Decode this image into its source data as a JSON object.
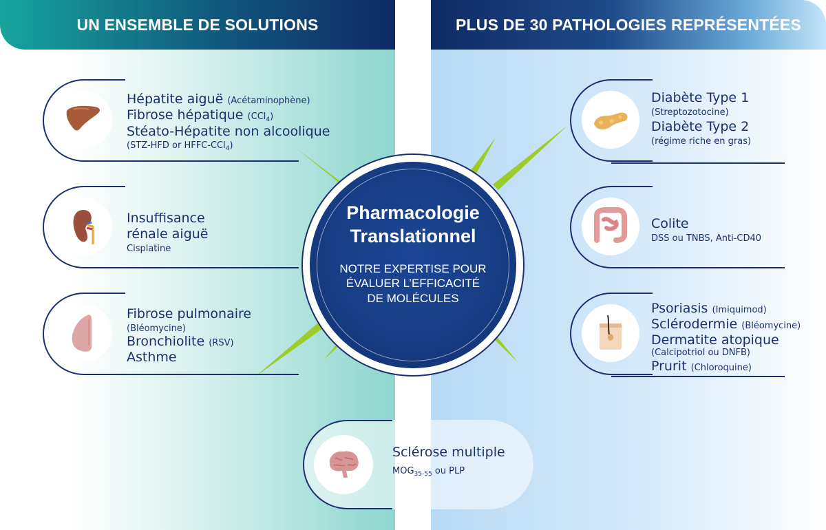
{
  "headers": {
    "left": "UN ENSEMBLE DE SOLUTIONS",
    "right": "PLUS DE 30 PATHOLOGIES REPRÉSENTÉES"
  },
  "center": {
    "title_line1": "Pharmacologie",
    "title_line2": "Translationnel",
    "sub_line1": "NOTRE EXPERTISE POUR",
    "sub_line2": "ÉVALUER L’EFFICACITÉ",
    "sub_line3": "DE MOLÉCULES"
  },
  "liver": {
    "icon": "liver-icon",
    "l1": "Hépatite aiguë",
    "l1_small": "(Acétaminophène)",
    "l2": "Fibrose hépatique",
    "l2_small_a": "(CCl",
    "l2_sub": "4",
    "l2_small_b": ")",
    "l3": "Stéato-Hépatite non alcoolique",
    "l4_a": "(STZ-HFD or HFFC-CCl",
    "l4_sub": "4",
    "l4_b": ")"
  },
  "kidney": {
    "icon": "kidney-icon",
    "l1": "Insuffisance",
    "l2": "rénale aiguë",
    "l3": "Cisplatine"
  },
  "lung": {
    "icon": "lung-icon",
    "l1": "Fibrose pulmonaire",
    "l2": "(Bléomycine)",
    "l3": "Bronchiolite",
    "l3_small": "(RSV)",
    "l4": "Asthme"
  },
  "pancreas": {
    "icon": "pancreas-icon",
    "l1": "Diabète Type 1",
    "l2": "(Streptozotocine)",
    "l3": "Diabète Type 2",
    "l4": "(régime riche en gras)"
  },
  "colon": {
    "icon": "colon-icon",
    "l1": "Colite",
    "l2": "DSS ou TNBS, Anti-CD40"
  },
  "skin": {
    "icon": "skin-icon",
    "l1": "Psoriasis",
    "l1_small": "(Imiquimod)",
    "l2": "Sclérodermie",
    "l2_small": "(Bléomycine)",
    "l3": "Dermatite atopique",
    "l4": "(Calcipotriol ou DNFB)",
    "l5": "Prurit",
    "l5_small": "(Chloroquine)"
  },
  "brain": {
    "icon": "brain-icon",
    "l1": "Sclérose multiple",
    "l2_a": "MOG",
    "l2_sub": "35-55",
    "l2_b": " ou PLP"
  },
  "colors": {
    "navy": "#1b2f6e",
    "teal": "#16a59c",
    "accent_green": "#9ccb2a",
    "light_blue": "#c3e4f8"
  }
}
